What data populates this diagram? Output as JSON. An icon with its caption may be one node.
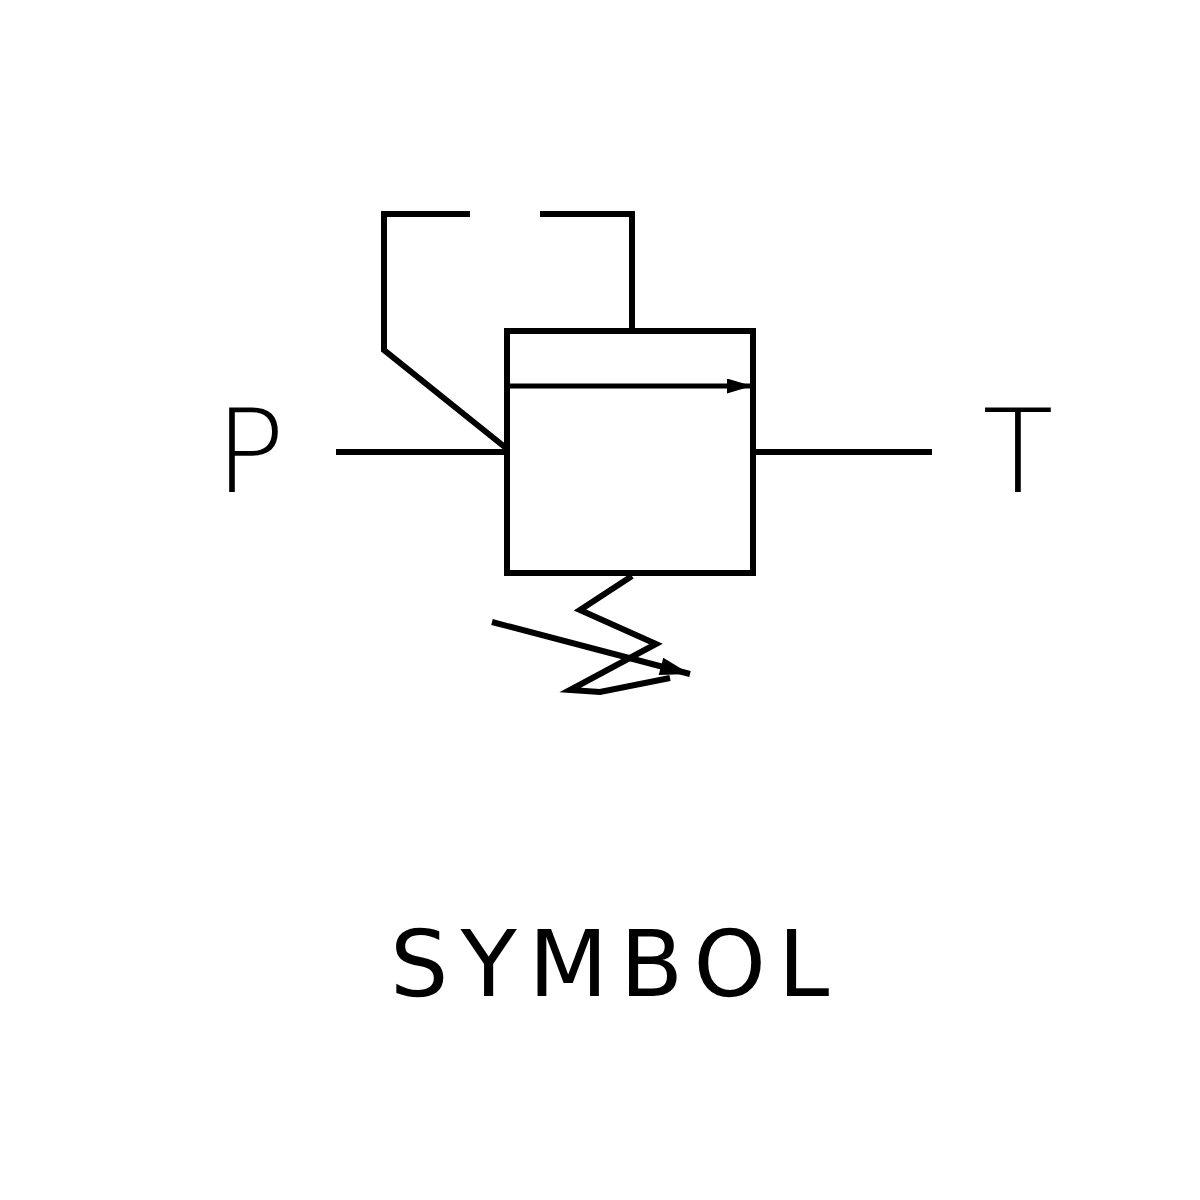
{
  "diagram": {
    "nodes": [
      {
        "text": [
          "P"
        ]
      },
      {
        "text": [],
        "shape": "box"
      },
      {
        "text": [
          "T"
        ]
      }
    ],
    "edges": [
      {
        "from": 0,
        "to": 1,
        "arrow": "none"
      },
      {
        "from": 1,
        "to": 2,
        "arrow": "none"
      }
    ],
    "labels": [
      "SYMBOL"
    ]
  }
}
